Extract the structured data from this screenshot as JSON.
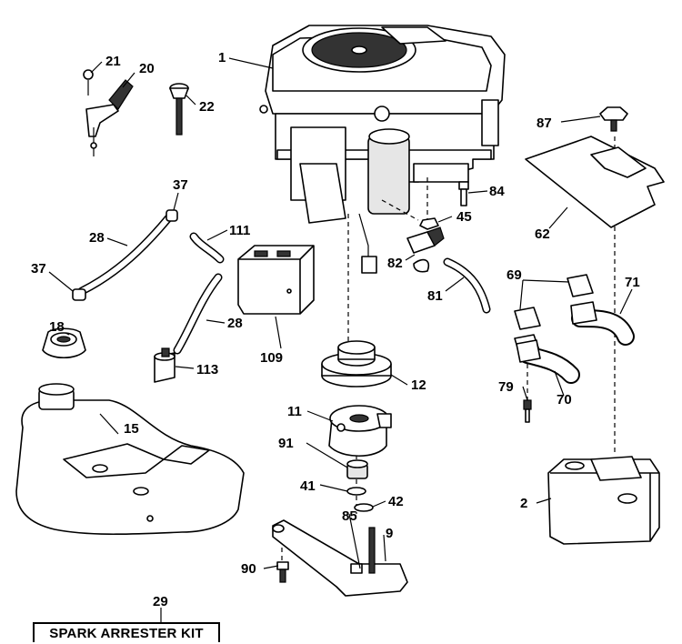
{
  "diagram": {
    "callouts": {
      "p1": "1",
      "p2": "2",
      "p9": "9",
      "p11": "11",
      "p12": "12",
      "p15": "15",
      "p18": "18",
      "p20": "20",
      "p21": "21",
      "p22": "22",
      "p28a": "28",
      "p28b": "28",
      "p29": "29",
      "p37a": "37",
      "p37b": "37",
      "p41": "41",
      "p42": "42",
      "p45": "45",
      "p62": "62",
      "p69": "69",
      "p70": "70",
      "p71": "71",
      "p79": "79",
      "p81": "81",
      "p82": "82",
      "p84": "84",
      "p85": "85",
      "p87": "87",
      "p90": "90",
      "p91": "91",
      "p109": "109",
      "p111": "111",
      "p113": "113"
    },
    "kit_label": "SPARK ARRESTER KIT"
  }
}
